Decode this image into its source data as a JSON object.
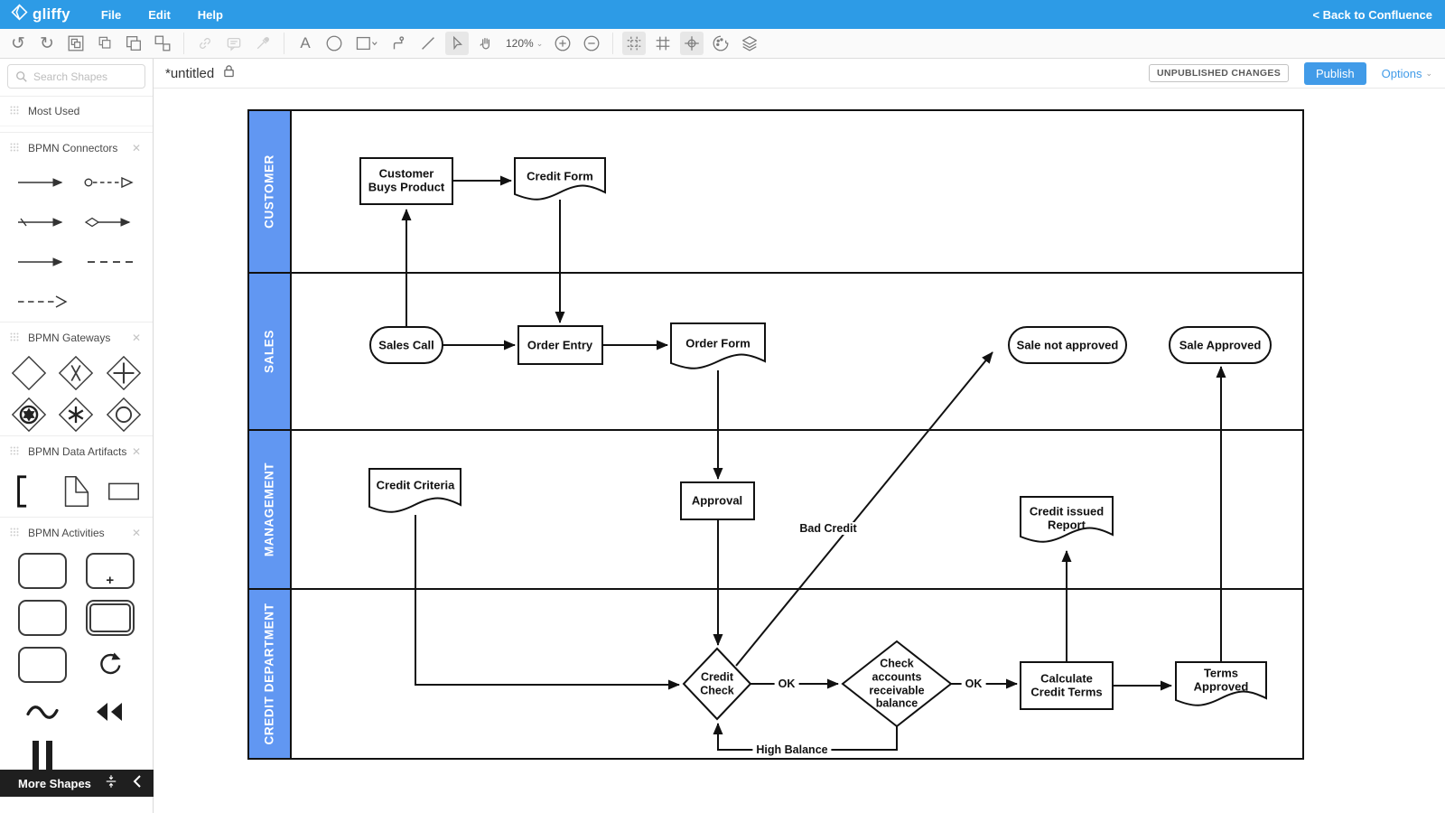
{
  "header": {
    "logo_text": "gliffy",
    "menus": [
      "File",
      "Edit",
      "Help"
    ],
    "back_link": "< Back to Confluence"
  },
  "toolbar": {
    "zoom_level": "120%"
  },
  "titlebar": {
    "title": "*untitled",
    "status_badge": "UNPUBLISHED CHANGES",
    "publish_label": "Publish",
    "options_label": "Options"
  },
  "sidebar": {
    "search_placeholder": "Search Shapes",
    "sections": [
      {
        "label": "Most Used"
      },
      {
        "label": "BPMN Connectors"
      },
      {
        "label": "BPMN Gateways"
      },
      {
        "label": "BPMN Data Artifacts"
      },
      {
        "label": "BPMN Activities"
      }
    ],
    "more_shapes_label": "More Shapes"
  },
  "diagram": {
    "lanes": [
      {
        "label": "CUSTOMER"
      },
      {
        "label": "SALES"
      },
      {
        "label": "MANAGEMENT"
      },
      {
        "label": "CREDIT DEPARTMENT"
      }
    ],
    "nodes": {
      "customer_buys_product": {
        "label": "Customer\nBuys Product",
        "shape": "rectangle"
      },
      "credit_form": {
        "label": "Credit Form",
        "shape": "document"
      },
      "sales_call": {
        "label": "Sales Call",
        "shape": "stadium"
      },
      "order_entry": {
        "label": "Order Entry",
        "shape": "rectangle"
      },
      "order_form": {
        "label": "Order Form",
        "shape": "document"
      },
      "sale_not_approved": {
        "label": "Sale not approved",
        "shape": "stadium"
      },
      "sale_approved": {
        "label": "Sale Approved",
        "shape": "stadium"
      },
      "credit_criteria": {
        "label": "Credit Criteria",
        "shape": "document"
      },
      "approval": {
        "label": "Approval",
        "shape": "rectangle"
      },
      "credit_issued_report": {
        "label": "Credit issued\nReport",
        "shape": "document"
      },
      "credit_check": {
        "label": "Credit\nCheck",
        "shape": "diamond"
      },
      "check_accounts": {
        "label": "Check\naccounts\nreceivable\nbalance",
        "shape": "diamond"
      },
      "calculate_credit_terms": {
        "label": "Calculate\nCredit Terms",
        "shape": "rectangle"
      },
      "terms_approved": {
        "label": "Terms\nApproved",
        "shape": "document"
      }
    },
    "edge_labels": {
      "ok_1": "OK",
      "ok_2": "OK",
      "bad_credit": "Bad Credit",
      "high_balance": "High Balance"
    },
    "colors": {
      "header_blue": "#2D9BE6",
      "lane_blue": "#6197F2",
      "publish_blue": "#419BE8",
      "shape_stroke": "#111111"
    }
  }
}
